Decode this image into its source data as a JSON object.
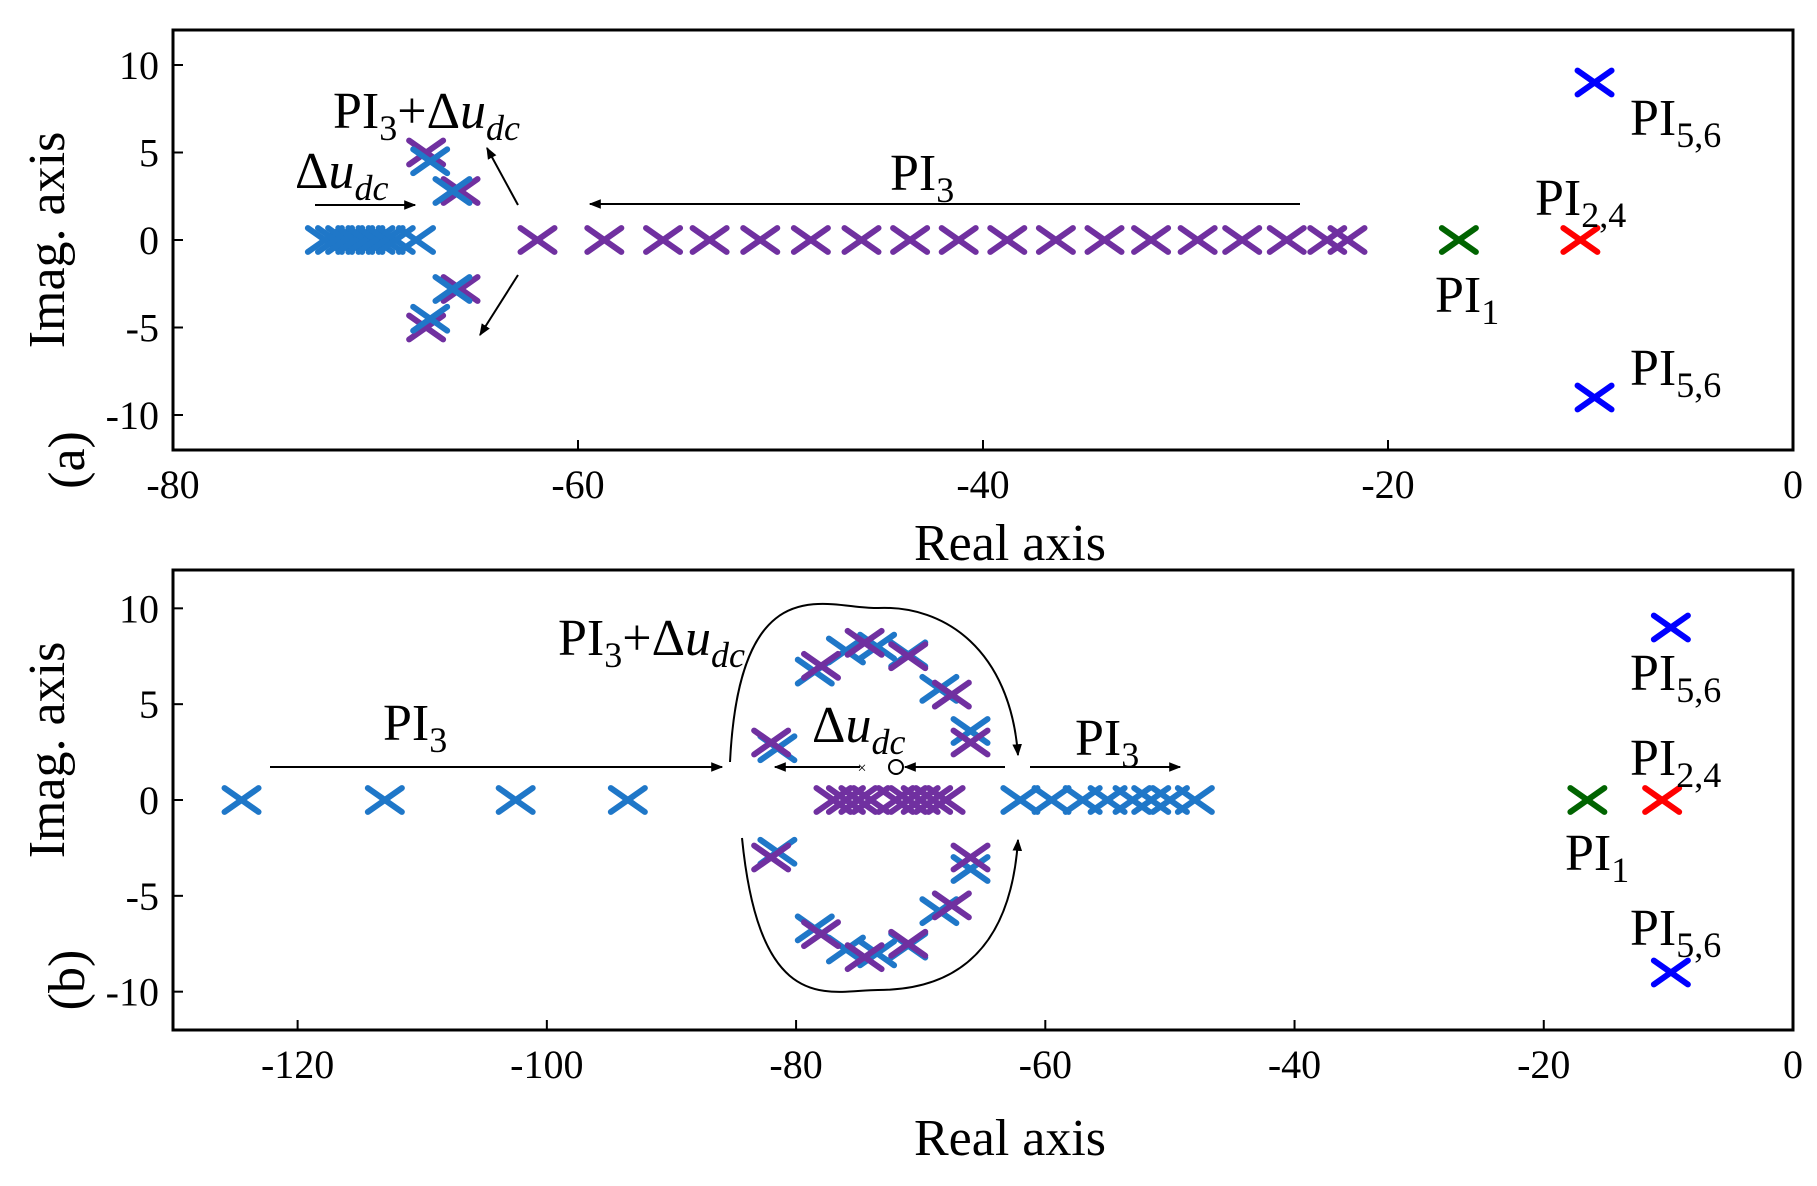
{
  "chart_data": [
    {
      "type": "scatter",
      "panel_label": "(a)",
      "xlabel": "Real axis",
      "ylabel": "Imag. axis",
      "xlim": [
        -80,
        0
      ],
      "ylim": [
        -12,
        12
      ],
      "xticks": [
        "-80",
        "-60",
        "-40",
        "-20",
        "0"
      ],
      "yticks": [
        "10",
        "5",
        "0",
        "-5",
        "-10"
      ],
      "grid": false,
      "colors": {
        "purple": "#7030a0",
        "lightblue": "#1f77c8",
        "green": "#006400",
        "red": "#ff0000",
        "blue": "#0000ff"
      },
      "series": [
        {
          "color": "purple",
          "points": [
            [
              -62,
              0
            ],
            [
              -58.7,
              0
            ],
            [
              -55.8,
              0
            ],
            [
              -53.5,
              0
            ],
            [
              -51,
              0
            ],
            [
              -48.5,
              0
            ],
            [
              -46,
              0
            ],
            [
              -43.6,
              0
            ],
            [
              -41.2,
              0
            ],
            [
              -38.8,
              0
            ],
            [
              -36.4,
              0
            ],
            [
              -34,
              0
            ],
            [
              -31.7,
              0
            ],
            [
              -29.4,
              0
            ],
            [
              -27.2,
              0
            ],
            [
              -25,
              0
            ],
            [
              -23,
              0
            ],
            [
              -22,
              0
            ],
            [
              -67.5,
              5
            ],
            [
              -65.8,
              2.8
            ],
            [
              -67.5,
              -5
            ],
            [
              -65.8,
              -2.8
            ]
          ]
        },
        {
          "color": "lightblue",
          "points": [
            [
              -72.5,
              0
            ],
            [
              -72,
              0
            ],
            [
              -71.5,
              0
            ],
            [
              -71,
              0
            ],
            [
              -70.5,
              0
            ],
            [
              -70,
              0
            ],
            [
              -69.5,
              0
            ],
            [
              -69,
              0
            ],
            [
              -68,
              0
            ],
            [
              -67.3,
              4.5
            ],
            [
              -66.2,
              2.8
            ],
            [
              -67.3,
              -4.5
            ],
            [
              -66.2,
              -2.8
            ]
          ]
        },
        {
          "color": "green",
          "points": [
            [
              -16.5,
              0
            ]
          ]
        },
        {
          "color": "red",
          "points": [
            [
              -10.5,
              0
            ]
          ]
        },
        {
          "color": "blue",
          "points": [
            [
              -9.8,
              9
            ],
            [
              -9.8,
              -9
            ]
          ]
        }
      ],
      "annotations": {
        "pi3": {
          "base": "PI",
          "sub": "3"
        },
        "pi3_du": {
          "base": "PI",
          "sub": "3",
          "mid": "+Δ",
          "var": "u",
          "varsub": "dc"
        },
        "du": {
          "sym": "Δ",
          "var": "u",
          "varsub": "dc"
        },
        "pi1": {
          "base": "PI",
          "sub": "1"
        },
        "pi24": {
          "base": "PI",
          "sub": "2,4"
        },
        "pi56_top": {
          "base": "PI",
          "sub": "5,6"
        },
        "pi56_bot": {
          "base": "PI",
          "sub": "5,6"
        }
      }
    },
    {
      "type": "scatter",
      "panel_label": "(b)",
      "xlabel": "Real axis",
      "ylabel": "Imag. axis",
      "xlim": [
        -130,
        0
      ],
      "ylim": [
        -12,
        12
      ],
      "xticks": [
        "-120",
        "-100",
        "-80",
        "-60",
        "-40",
        "-20",
        "0"
      ],
      "yticks": [
        "10",
        "5",
        "0",
        "-5",
        "-10"
      ],
      "grid": false,
      "colors": {
        "purple": "#7030a0",
        "lightblue": "#1f77c8",
        "green": "#006400",
        "red": "#ff0000",
        "blue": "#0000ff"
      },
      "series": [
        {
          "color": "lightblue",
          "points": [
            [
              -124.5,
              0
            ],
            [
              -113,
              0
            ],
            [
              -102.5,
              0
            ],
            [
              -93.5,
              0
            ],
            [
              -62,
              0
            ],
            [
              -59.5,
              0
            ],
            [
              -57,
              0
            ],
            [
              -55,
              0
            ],
            [
              -53,
              0
            ],
            [
              -51.5,
              0
            ],
            [
              -50,
              0
            ],
            [
              -48,
              0
            ],
            [
              -81.5,
              2.7
            ],
            [
              -78.5,
              6.7
            ],
            [
              -76,
              7.8
            ],
            [
              -73.5,
              8
            ],
            [
              -71,
              7.6
            ],
            [
              -68.5,
              5.8
            ],
            [
              -66,
              3.6
            ],
            [
              -81.5,
              -2.7
            ],
            [
              -78.5,
              -6.7
            ],
            [
              -76,
              -7.8
            ],
            [
              -73.5,
              -8
            ],
            [
              -71,
              -7.6
            ],
            [
              -68.5,
              -5.8
            ],
            [
              -66,
              -3.6
            ]
          ]
        },
        {
          "color": "purple",
          "points": [
            [
              -77,
              0
            ],
            [
              -76,
              0
            ],
            [
              -75,
              0
            ],
            [
              -74,
              0
            ],
            [
              -72,
              0
            ],
            [
              -71,
              0
            ],
            [
              -70,
              0
            ],
            [
              -69,
              0
            ],
            [
              -68,
              0
            ],
            [
              -82,
              3
            ],
            [
              -78,
              7
            ],
            [
              -74.5,
              8.2
            ],
            [
              -71,
              7.5
            ],
            [
              -67.5,
              5.5
            ],
            [
              -66,
              3
            ],
            [
              -82,
              -3
            ],
            [
              -78,
              -7
            ],
            [
              -74.5,
              -8.2
            ],
            [
              -71,
              -7.5
            ],
            [
              -67.5,
              -5.5
            ],
            [
              -66,
              -3
            ]
          ]
        },
        {
          "color": "green",
          "points": [
            [
              -16.5,
              0
            ]
          ]
        },
        {
          "color": "red",
          "points": [
            [
              -10.5,
              0
            ]
          ]
        },
        {
          "color": "blue",
          "points": [
            [
              -9.8,
              9
            ],
            [
              -9.8,
              -9
            ]
          ]
        }
      ],
      "annotations": {
        "pi3_left": {
          "base": "PI",
          "sub": "3"
        },
        "pi3_right": {
          "base": "PI",
          "sub": "3"
        },
        "pi3_du": {
          "base": "PI",
          "sub": "3",
          "mid": "+Δ",
          "var": "u",
          "varsub": "dc"
        },
        "du": {
          "sym": "Δ",
          "var": "u",
          "varsub": "dc"
        },
        "pi1": {
          "base": "PI",
          "sub": "1"
        },
        "pi24": {
          "base": "PI",
          "sub": "2,4"
        },
        "pi56_top": {
          "base": "PI",
          "sub": "5,6"
        },
        "pi56_bot": {
          "base": "PI",
          "sub": "5,6"
        }
      }
    }
  ]
}
